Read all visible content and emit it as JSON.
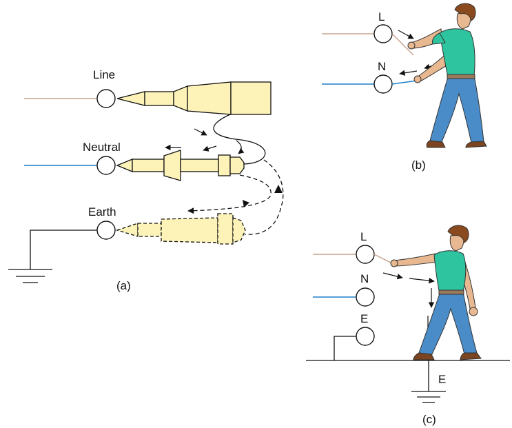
{
  "panel_a": {
    "line_label": "Line",
    "neutral_label": "Neutral",
    "earth_label": "Earth",
    "caption": "(a)"
  },
  "panel_b": {
    "l_label": "L",
    "n_label": "N",
    "caption": "(b)"
  },
  "panel_c": {
    "l_label": "L",
    "n_label": "N",
    "e_label": "E",
    "ground_label": "E",
    "caption": "(c)"
  },
  "colors": {
    "line_wire": "#c8a08c",
    "neutral_wire": "#1a7fc8",
    "plug_fill": "#fdf3b8",
    "shirt": "#2ec4a0",
    "jeans": "#4a8cc8",
    "skin": "#e8b890",
    "hair": "#8a4a1e",
    "shoes": "#7a4520"
  }
}
